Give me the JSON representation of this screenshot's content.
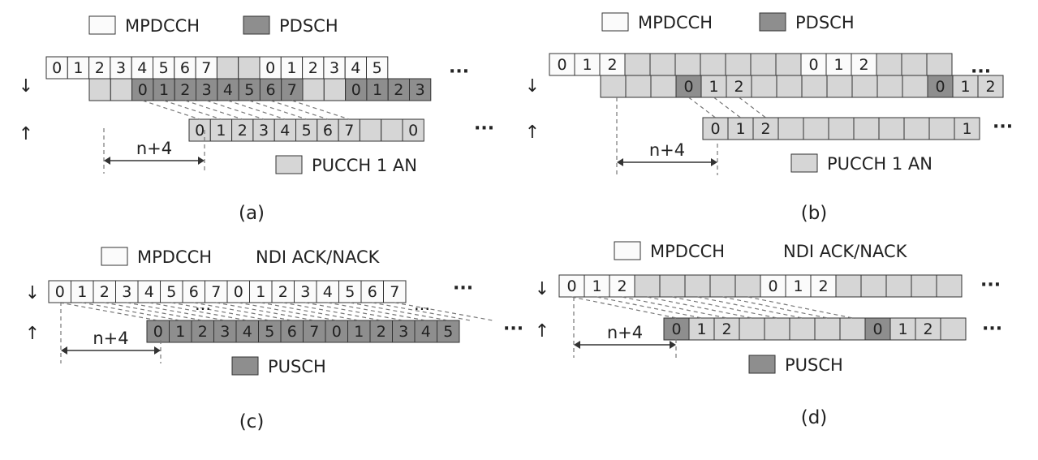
{
  "colors": {
    "white": "#fbfbfb",
    "pdsch": "#8e8e8e",
    "pucch": "#d6d6d6",
    "pusch": "#8e8e8e",
    "line": "#333333",
    "dash": "#777777"
  },
  "panels": [
    {
      "id": "a",
      "caption": "(a)",
      "legend": [
        {
          "label": "MPDCCH",
          "swatch": "white"
        },
        {
          "label": "PDSCH",
          "swatch": "pdsch"
        },
        {
          "label": "PUCCH 1 AN",
          "swatch": "pucch"
        }
      ],
      "rows": [
        {
          "dir": "down",
          "cells": [
            [
              "0",
              "white"
            ],
            [
              "1",
              "white"
            ],
            [
              "2",
              "white"
            ],
            [
              "3",
              "white"
            ],
            [
              "4",
              "white"
            ],
            [
              "5",
              "white"
            ],
            [
              "6",
              "white"
            ],
            [
              "7",
              "white"
            ],
            [
              "",
              "pucch"
            ],
            [
              "",
              "pucch"
            ],
            [
              "0",
              "white"
            ],
            [
              "1",
              "white"
            ],
            [
              "2",
              "white"
            ],
            [
              "3",
              "white"
            ],
            [
              "4",
              "white"
            ],
            [
              "5",
              "white"
            ]
          ]
        },
        {
          "dir": "",
          "cells": [
            [
              "",
              "pucch"
            ],
            [
              "",
              "pucch"
            ],
            [
              "0",
              "pdsch"
            ],
            [
              "1",
              "pdsch"
            ],
            [
              "2",
              "pdsch"
            ],
            [
              "3",
              "pdsch"
            ],
            [
              "4",
              "pdsch"
            ],
            [
              "5",
              "pdsch"
            ],
            [
              "6",
              "pdsch"
            ],
            [
              "7",
              "pdsch"
            ],
            [
              "",
              "pucch"
            ],
            [
              "",
              "pucch"
            ],
            [
              "0",
              "pdsch"
            ],
            [
              "1",
              "pdsch"
            ],
            [
              "2",
              "pdsch"
            ],
            [
              "3",
              "pdsch"
            ]
          ]
        },
        {
          "dir": "up",
          "cells": [
            [
              "0",
              "pucch"
            ],
            [
              "1",
              "pucch"
            ],
            [
              "2",
              "pucch"
            ],
            [
              "3",
              "pucch"
            ],
            [
              "4",
              "pucch"
            ],
            [
              "5",
              "pucch"
            ],
            [
              "6",
              "pucch"
            ],
            [
              "7",
              "pucch"
            ],
            [
              "",
              "pucch"
            ],
            [
              "",
              "pucch"
            ],
            [
              "0",
              "pucch"
            ]
          ]
        }
      ],
      "offset_label": "n+4",
      "ellipsis": "···"
    },
    {
      "id": "b",
      "caption": "(b)",
      "legend": [
        {
          "label": "MPDCCH",
          "swatch": "white"
        },
        {
          "label": "PDSCH",
          "swatch": "pdsch"
        },
        {
          "label": "PUCCH 1 AN",
          "swatch": "pucch"
        }
      ],
      "rows": [
        {
          "dir": "down",
          "cells": [
            [
              "0",
              "white"
            ],
            [
              "1",
              "white"
            ],
            [
              "2",
              "white"
            ],
            [
              "",
              "pucch"
            ],
            [
              "",
              "pucch"
            ],
            [
              "",
              "pucch"
            ],
            [
              "",
              "pucch"
            ],
            [
              "",
              "pucch"
            ],
            [
              "",
              "pucch"
            ],
            [
              "",
              "pucch"
            ],
            [
              "0",
              "white"
            ],
            [
              "1",
              "white"
            ],
            [
              "2",
              "white"
            ],
            [
              "",
              "pucch"
            ],
            [
              "",
              "pucch"
            ],
            [
              "",
              "pucch"
            ]
          ]
        },
        {
          "dir": "",
          "cells": [
            [
              "",
              "pucch"
            ],
            [
              "",
              "pucch"
            ],
            [
              "",
              "pucch"
            ],
            [
              "0",
              "pdsch"
            ],
            [
              "1",
              "pucch"
            ],
            [
              "2",
              "pucch"
            ],
            [
              "",
              "pucch"
            ],
            [
              "",
              "pucch"
            ],
            [
              "",
              "pucch"
            ],
            [
              "",
              "pucch"
            ],
            [
              "",
              "pucch"
            ],
            [
              "",
              "pucch"
            ],
            [
              "",
              "pucch"
            ],
            [
              "0",
              "pdsch"
            ],
            [
              "1",
              "pucch"
            ],
            [
              "2",
              "pucch"
            ]
          ]
        },
        {
          "dir": "up",
          "cells": [
            [
              "0",
              "pucch"
            ],
            [
              "1",
              "pucch"
            ],
            [
              "2",
              "pucch"
            ],
            [
              "",
              "pucch"
            ],
            [
              "",
              "pucch"
            ],
            [
              "",
              "pucch"
            ],
            [
              "",
              "pucch"
            ],
            [
              "",
              "pucch"
            ],
            [
              "",
              "pucch"
            ],
            [
              "",
              "pucch"
            ],
            [
              "1",
              "pucch"
            ]
          ]
        }
      ],
      "offset_label": "n+4",
      "ellipsis": "···"
    },
    {
      "id": "c",
      "caption": "(c)",
      "legend": [
        {
          "label": "MPDCCH",
          "swatch": "white"
        },
        {
          "label": "NDI ACK/NACK",
          "swatch": ""
        },
        {
          "label": "PUSCH",
          "swatch": "pusch"
        }
      ],
      "rows": [
        {
          "dir": "down",
          "cells": [
            [
              "0",
              "white"
            ],
            [
              "1",
              "white"
            ],
            [
              "2",
              "white"
            ],
            [
              "3",
              "white"
            ],
            [
              "4",
              "white"
            ],
            [
              "5",
              "white"
            ],
            [
              "6",
              "white"
            ],
            [
              "7",
              "white"
            ],
            [
              "0",
              "white"
            ],
            [
              "1",
              "white"
            ],
            [
              "2",
              "white"
            ],
            [
              "3",
              "white"
            ],
            [
              "4",
              "white"
            ],
            [
              "5",
              "white"
            ],
            [
              "6",
              "white"
            ],
            [
              "7",
              "white"
            ]
          ]
        },
        {
          "dir": "up",
          "cells": [
            [
              "0",
              "pusch"
            ],
            [
              "1",
              "pusch"
            ],
            [
              "2",
              "pusch"
            ],
            [
              "3",
              "pusch"
            ],
            [
              "4",
              "pusch"
            ],
            [
              "5",
              "pusch"
            ],
            [
              "6",
              "pusch"
            ],
            [
              "7",
              "pusch"
            ],
            [
              "0",
              "pusch"
            ],
            [
              "1",
              "pusch"
            ],
            [
              "2",
              "pusch"
            ],
            [
              "3",
              "pusch"
            ],
            [
              "4",
              "pusch"
            ],
            [
              "5",
              "pusch"
            ]
          ]
        }
      ],
      "offset_label": "n+4",
      "ellipsis": "···",
      "inner_ellipsis": "···"
    },
    {
      "id": "d",
      "caption": "(d)",
      "legend": [
        {
          "label": "MPDCCH",
          "swatch": "white"
        },
        {
          "label": "NDI ACK/NACK",
          "swatch": ""
        },
        {
          "label": "PUSCH",
          "swatch": "pusch"
        }
      ],
      "rows": [
        {
          "dir": "down",
          "cells": [
            [
              "0",
              "white"
            ],
            [
              "1",
              "white"
            ],
            [
              "2",
              "white"
            ],
            [
              "",
              "pucch"
            ],
            [
              "",
              "pucch"
            ],
            [
              "",
              "pucch"
            ],
            [
              "",
              "pucch"
            ],
            [
              "",
              "pucch"
            ],
            [
              "0",
              "white"
            ],
            [
              "1",
              "white"
            ],
            [
              "2",
              "white"
            ],
            [
              "",
              "pucch"
            ],
            [
              "",
              "pucch"
            ],
            [
              "",
              "pucch"
            ],
            [
              "",
              "pucch"
            ],
            [
              "",
              "pucch"
            ]
          ]
        },
        {
          "dir": "up",
          "cells": [
            [
              "0",
              "pusch"
            ],
            [
              "1",
              "pucch"
            ],
            [
              "2",
              "pucch"
            ],
            [
              "",
              "pucch"
            ],
            [
              "",
              "pucch"
            ],
            [
              "",
              "pucch"
            ],
            [
              "",
              "pucch"
            ],
            [
              "",
              "pucch"
            ],
            [
              "0",
              "pusch"
            ],
            [
              "1",
              "pucch"
            ],
            [
              "2",
              "pucch"
            ],
            [
              "",
              "pucch"
            ]
          ]
        }
      ],
      "offset_label": "n+4",
      "ellipsis": "···"
    }
  ]
}
